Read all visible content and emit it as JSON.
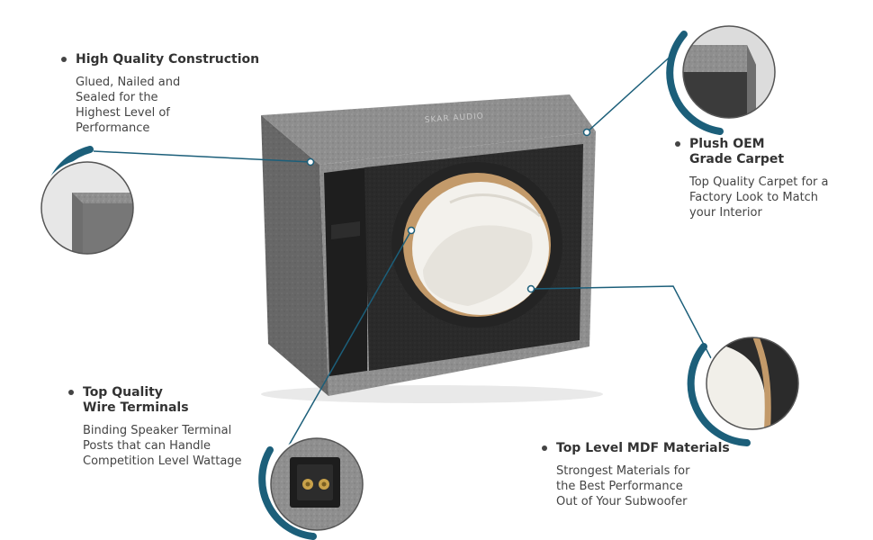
{
  "product": {
    "brand_logo_text": "SKAR AUDIO"
  },
  "colors": {
    "accent": "#1c5f7a",
    "carpet": "#8c8c8c",
    "carpet_dark": "#5e5e5e",
    "baffle": "#2b2b2b",
    "mdf": "#c8a57a",
    "fill": "#f0eee8",
    "terminal_gold": "#c9a24a"
  },
  "features": [
    {
      "id": "construction",
      "title_lines": [
        "High Quality Construction"
      ],
      "description": "Glued, Nailed and\nSealed for the\nHighest Level of\nPerformance",
      "icon": "box-edge-closeup"
    },
    {
      "id": "carpet",
      "title_lines": [
        "Plush OEM",
        "Grade Carpet"
      ],
      "description": "Top Quality Carpet for a\nFactory Look to Match\nyour Interior",
      "icon": "carpet-corner-closeup"
    },
    {
      "id": "mdf",
      "title_lines": [
        "Top Level MDF Materials"
      ],
      "description": "Strongest Materials for\nthe Best Performance\nOut of  Your Subwoofer",
      "icon": "mdf-edge-closeup"
    },
    {
      "id": "terminals",
      "title_lines": [
        "Top Quality",
        "Wire Terminals"
      ],
      "description": "Binding Speaker Terminal\nPosts that can Handle\nCompetition Level Wattage",
      "icon": "terminal-cup-closeup"
    }
  ]
}
